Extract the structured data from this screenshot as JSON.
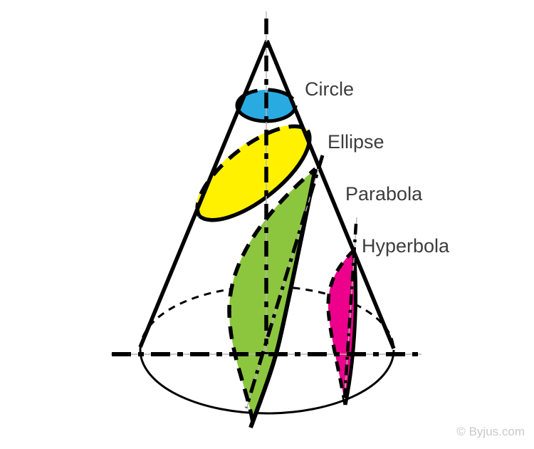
{
  "labels": {
    "circle": "Circle",
    "ellipse": "Ellipse",
    "parabola": "Parabola",
    "hyperbola": "Hyperbola"
  },
  "colors": {
    "circle_fill": "#29ABE2",
    "ellipse_fill": "#FFF100",
    "parabola_fill": "#8CC63F",
    "hyperbola_fill": "#EC008C",
    "outline": "#000000",
    "label_text": "#3D3D3D",
    "construction_line": "#B5B5B5",
    "watermark_text": "#C9C9C9",
    "background": "#FFFFFF"
  },
  "watermark": "© Byjus.com"
}
